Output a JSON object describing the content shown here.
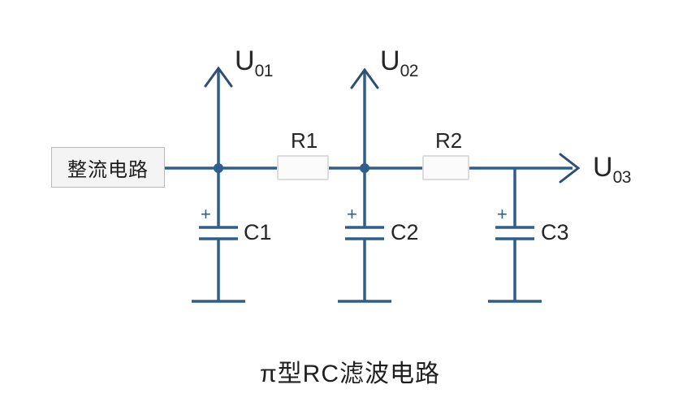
{
  "diagram": {
    "caption": "π型RC滤波电路",
    "source_block": {
      "label": "整流电路",
      "fill": "#f4f4f5",
      "border": "#b9b9bd"
    },
    "wire_color": "#2e5e8e",
    "node_color": "#2e5e8e",
    "text_color": "#262626",
    "outputs": [
      {
        "name": "U01",
        "base": "U",
        "sub": "01",
        "direction": "up"
      },
      {
        "name": "U02",
        "base": "U",
        "sub": "02",
        "direction": "up"
      },
      {
        "name": "U03",
        "base": "U",
        "sub": "03",
        "direction": "right"
      }
    ],
    "resistors": [
      {
        "label": "R1"
      },
      {
        "label": "R2"
      }
    ],
    "capacitors": [
      {
        "label": "C1",
        "polarity": "+"
      },
      {
        "label": "C2",
        "polarity": "+"
      },
      {
        "label": "C3",
        "polarity": "+"
      }
    ]
  }
}
